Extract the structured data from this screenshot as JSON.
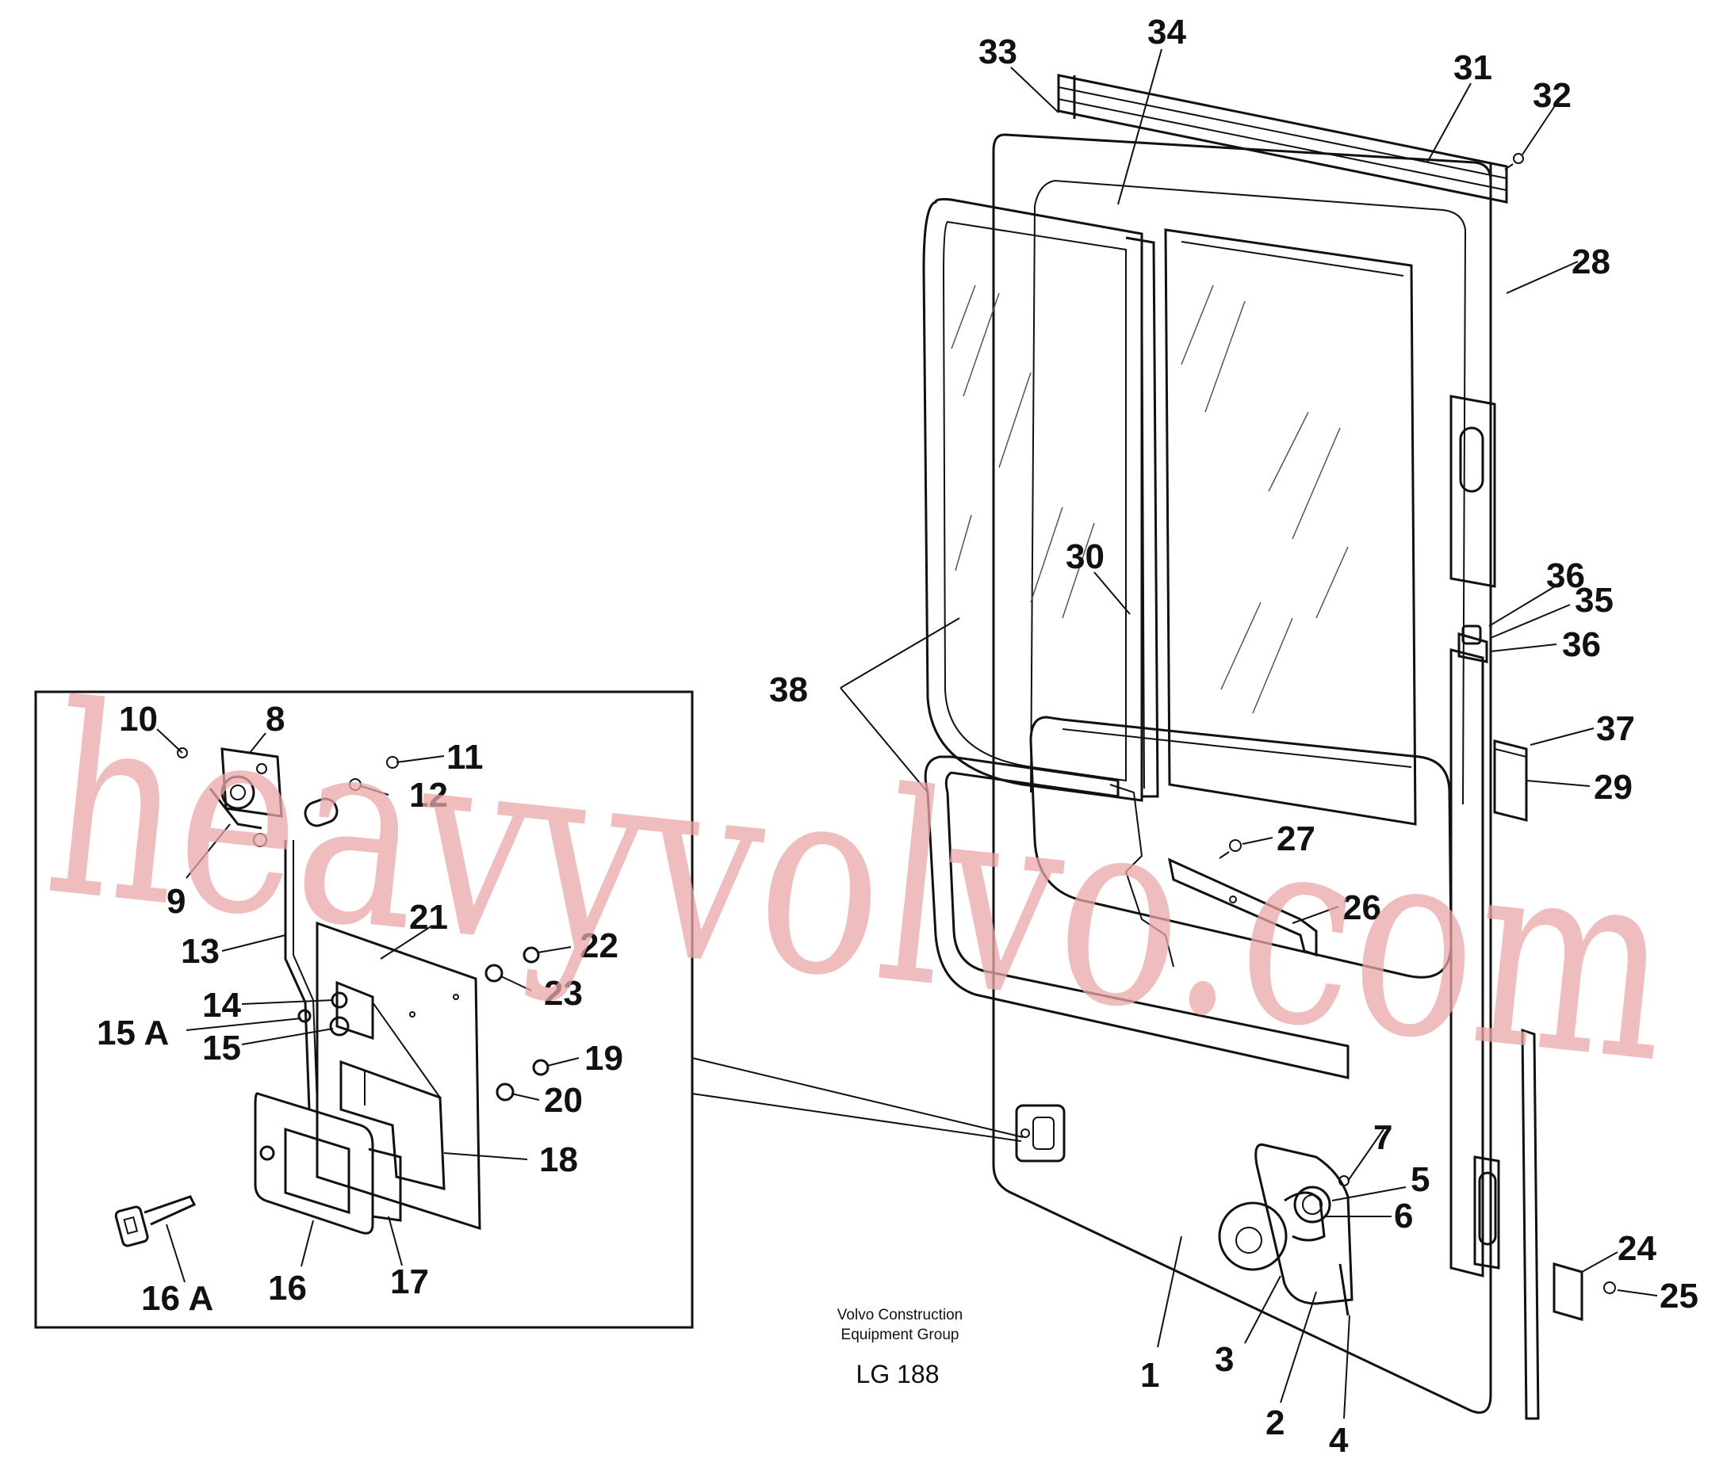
{
  "diagram": {
    "callouts": [
      "1",
      "2",
      "3",
      "4",
      "5",
      "6",
      "7",
      "8",
      "9",
      "10",
      "11",
      "12",
      "13",
      "14",
      "15",
      "15 A",
      "16",
      "16 A",
      "17",
      "18",
      "19",
      "20",
      "21",
      "22",
      "23",
      "24",
      "25",
      "26",
      "27",
      "28",
      "29",
      "30",
      "31",
      "32",
      "33",
      "34",
      "35",
      "36",
      "36",
      "37",
      "38"
    ],
    "credit_line1": "Volvo Construction",
    "credit_line2": "Equipment Group",
    "figure_code": "LG 188",
    "watermark": "heavyvolvo.com"
  }
}
